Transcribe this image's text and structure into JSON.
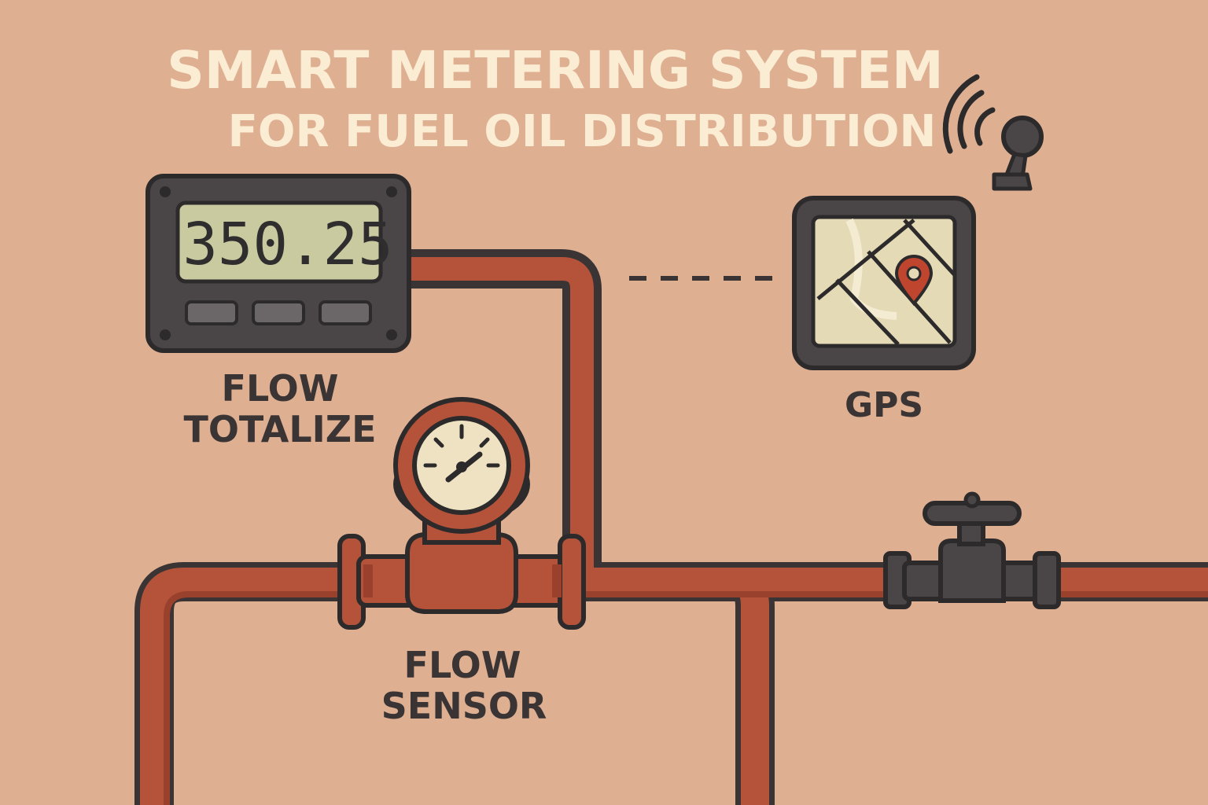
{
  "title": {
    "line1": "SMART METERING SYSTEM",
    "line2": "FOR FUEL OIL DISTRIBUTION"
  },
  "totalizer": {
    "reading": "350.25",
    "label_line1": "FLOW",
    "label_line2": "TOTALIZE"
  },
  "gps": {
    "label": "GPS"
  },
  "sensor": {
    "label_line1": "FLOW",
    "label_line2": "SENSOR"
  },
  "colors": {
    "background": "#dfaf92",
    "pipe": "#b5533a",
    "outline": "#3a3434",
    "device_body": "#4a4647",
    "lcd": "#c9caa0",
    "map": "#e5dab6",
    "title": "#fbecd4"
  },
  "icons": {
    "antenna": "wireless-antenna-icon",
    "location": "location-pin-icon",
    "valve": "valve-handle-icon",
    "gauge": "gauge-dial-icon"
  }
}
